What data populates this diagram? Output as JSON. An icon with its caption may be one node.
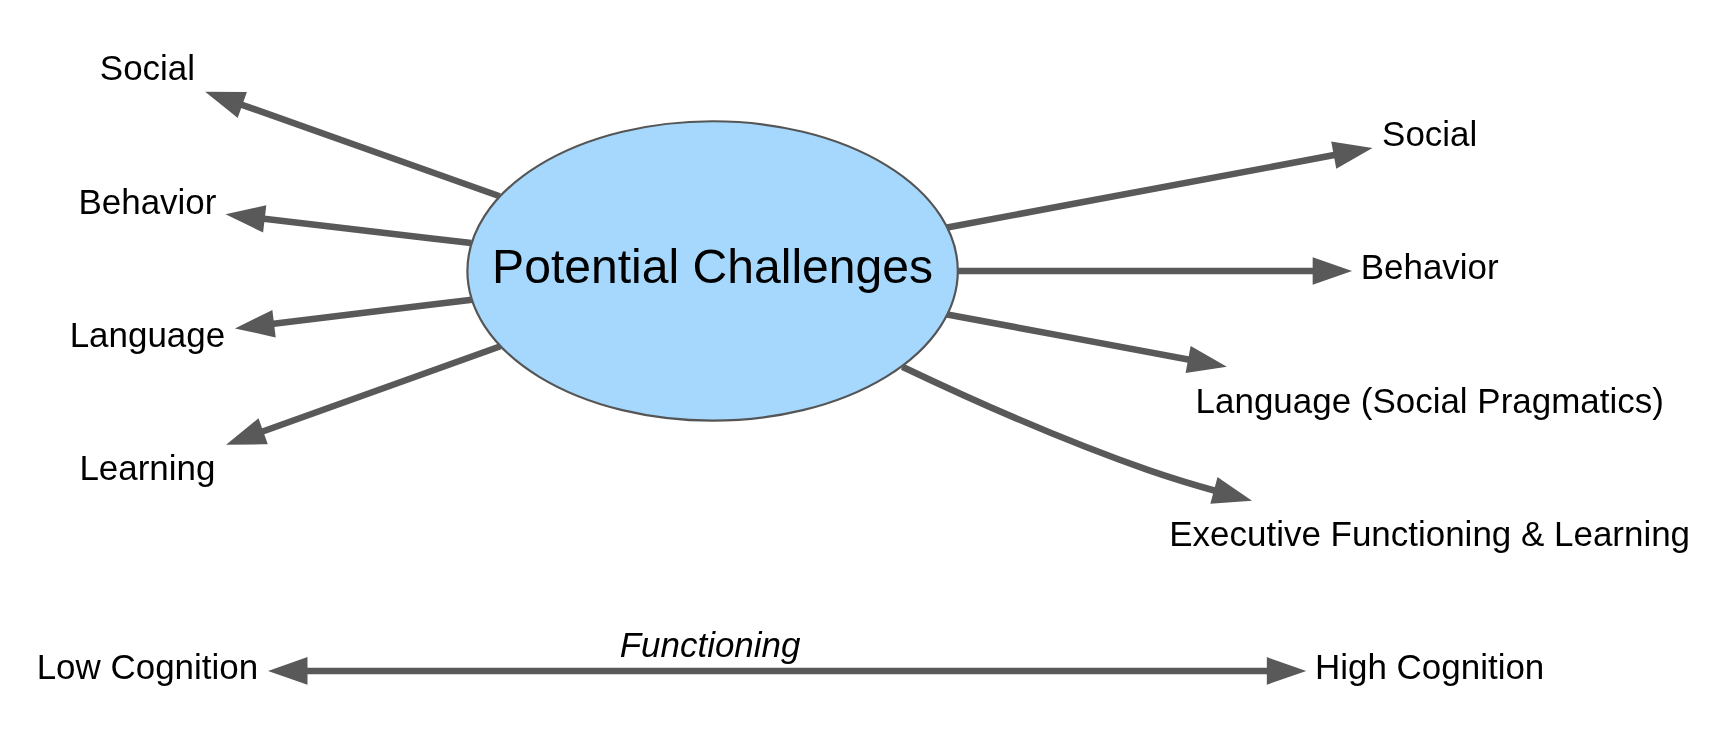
{
  "diagram": {
    "nodes": [
      {
        "text": [
          "Low Cognition"
        ]
      },
      {
        "text": [
          "High Cognition"
        ]
      },
      {
        "text": [
          "Potential Challenges"
        ]
      },
      {
        "text": [
          "Social"
        ]
      },
      {
        "text": [
          "Behavior"
        ]
      },
      {
        "text": [
          "Language"
        ]
      },
      {
        "text": [
          "Learning"
        ]
      },
      {
        "text": [
          "Social"
        ]
      },
      {
        "text": [
          "Behavior"
        ]
      },
      {
        "text": [
          "Language (Social Pragmatics)"
        ]
      },
      {
        "text": [
          "Executive Functioning & Learning"
        ]
      }
    ],
    "edges": [
      {
        "from": 0,
        "to": 1,
        "arrow": "both",
        "label": "Functioning"
      },
      {
        "from": 2,
        "to": 3,
        "arrow": "to"
      },
      {
        "from": 2,
        "to": 4,
        "arrow": "to"
      },
      {
        "from": 2,
        "to": 5,
        "arrow": "to"
      },
      {
        "from": 2,
        "to": 6,
        "arrow": "to"
      },
      {
        "from": 2,
        "to": 7,
        "arrow": "to"
      },
      {
        "from": 2,
        "to": 8,
        "arrow": "to"
      },
      {
        "from": 2,
        "to": 9,
        "arrow": "to"
      },
      {
        "from": 2,
        "to": 10,
        "arrow": "to"
      }
    ]
  }
}
